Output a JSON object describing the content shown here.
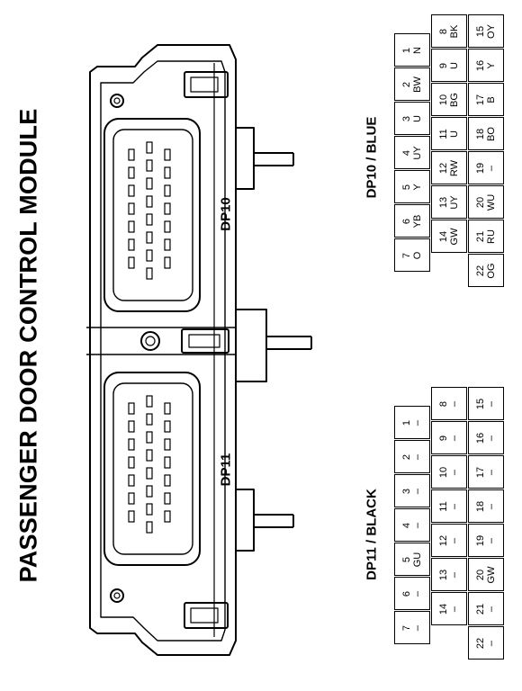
{
  "title": "PASSENGER DOOR CONTROL MODULE",
  "connectors": [
    {
      "id": "DP10",
      "label": "DP10"
    },
    {
      "id": "DP11",
      "label": "DP11"
    }
  ],
  "tables": [
    {
      "id": "dp10",
      "title": "DP10 / BLUE",
      "pins": [
        {
          "n": "1",
          "c": "N"
        },
        {
          "n": "2",
          "c": "BW"
        },
        {
          "n": "3",
          "c": "U"
        },
        {
          "n": "4",
          "c": "UY"
        },
        {
          "n": "5",
          "c": "Y"
        },
        {
          "n": "6",
          "c": "YB"
        },
        {
          "n": "7",
          "c": "O"
        },
        {
          "n": "8",
          "c": "BK"
        },
        {
          "n": "9",
          "c": "U"
        },
        {
          "n": "10",
          "c": "BG"
        },
        {
          "n": "11",
          "c": "U"
        },
        {
          "n": "12",
          "c": "RW"
        },
        {
          "n": "13",
          "c": "UY"
        },
        {
          "n": "14",
          "c": "GW"
        },
        {
          "n": "15",
          "c": "OY"
        },
        {
          "n": "16",
          "c": "Y"
        },
        {
          "n": "17",
          "c": "B"
        },
        {
          "n": "18",
          "c": "BO"
        },
        {
          "n": "19",
          "c": "–"
        },
        {
          "n": "20",
          "c": "WU"
        },
        {
          "n": "21",
          "c": "RU"
        },
        {
          "n": "22",
          "c": "OG"
        }
      ]
    },
    {
      "id": "dp11",
      "title": "DP11 / BLACK",
      "pins": [
        {
          "n": "1",
          "c": "–"
        },
        {
          "n": "2",
          "c": "–"
        },
        {
          "n": "3",
          "c": "–"
        },
        {
          "n": "4",
          "c": "–"
        },
        {
          "n": "5",
          "c": "GU"
        },
        {
          "n": "6",
          "c": "–"
        },
        {
          "n": "7",
          "c": "–"
        },
        {
          "n": "8",
          "c": "–"
        },
        {
          "n": "9",
          "c": "–"
        },
        {
          "n": "10",
          "c": "–"
        },
        {
          "n": "11",
          "c": "–"
        },
        {
          "n": "12",
          "c": "–"
        },
        {
          "n": "13",
          "c": "–"
        },
        {
          "n": "14",
          "c": "–"
        },
        {
          "n": "15",
          "c": "–"
        },
        {
          "n": "16",
          "c": "–"
        },
        {
          "n": "17",
          "c": "–"
        },
        {
          "n": "18",
          "c": "–"
        },
        {
          "n": "19",
          "c": "–"
        },
        {
          "n": "20",
          "c": "GW"
        },
        {
          "n": "21",
          "c": "–"
        },
        {
          "n": "22",
          "c": "–"
        }
      ]
    }
  ]
}
